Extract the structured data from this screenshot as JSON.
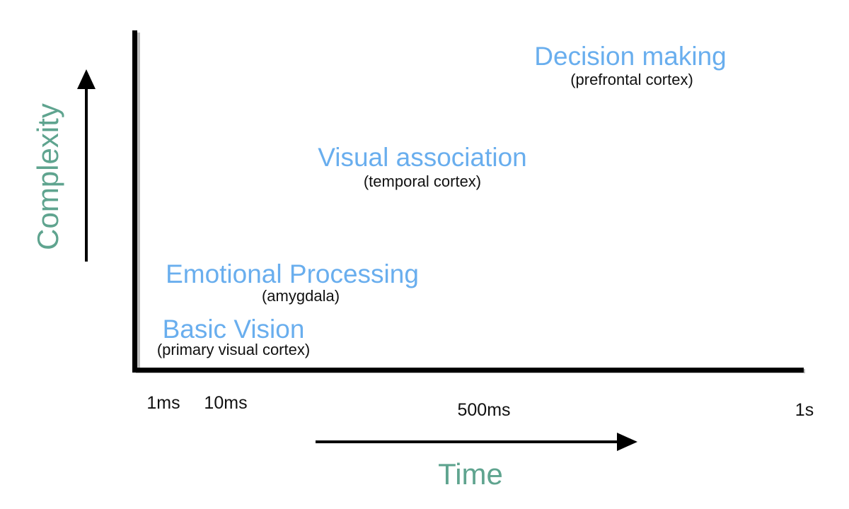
{
  "colors": {
    "stage_title": "#69aeee",
    "axis_label": "#5fa48f",
    "axis_line": "#000000",
    "subtitle": "#111111"
  },
  "axes": {
    "x_label": "Time",
    "y_label": "Complexity",
    "x_ticks": [
      "1ms",
      "10ms",
      "500ms",
      "1s"
    ]
  },
  "stages": [
    {
      "title": "Basic Vision",
      "subtitle": "(primary visual cortex)"
    },
    {
      "title": "Emotional Processing",
      "subtitle": "(amygdala)"
    },
    {
      "title": "Visual association",
      "subtitle": "(temporal cortex)"
    },
    {
      "title": "Decision making",
      "subtitle": "(prefrontal cortex)"
    }
  ]
}
